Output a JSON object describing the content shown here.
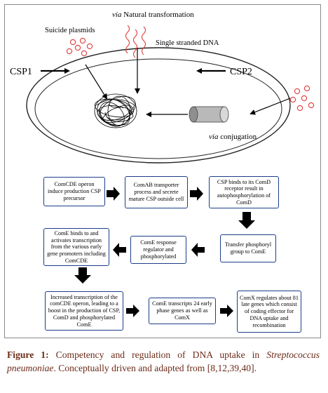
{
  "top": {
    "via_natural_prefix": "via",
    "natural_transformation": " Natural transformation",
    "suicide_plasmids": "Suicide plasmids",
    "single_stranded_dna": "Single stranded DNA",
    "csp1": "CSP1",
    "csp2": "CSP2",
    "via_conj_prefix": "via",
    "conjugation": " conjugation"
  },
  "boxes": [
    {
      "id": "b1",
      "text": "ComCDE operon induce production CSP precursor"
    },
    {
      "id": "b2",
      "text": "ComAB transporter process and secrete mature CSP outside cell"
    },
    {
      "id": "b3",
      "text": "CSP binds to its ComD receptor result in autophosphorylation of ComD"
    },
    {
      "id": "b4",
      "text": "Transfer phosphoryl group to ComE"
    },
    {
      "id": "b5",
      "text": "ComE response regulator and phosphorylated"
    },
    {
      "id": "b6",
      "text": "ComE binds to and activates transcription from the various early gene promoters including ComCDE"
    },
    {
      "id": "b7",
      "text": "Increased transcription of the comCDE operon, leading to a boost in the production of CSP, ComD and phosphorylated ComE"
    },
    {
      "id": "b8",
      "text": "ComE transcripts 24 early phase genes as well as ComX"
    },
    {
      "id": "b9",
      "text": "ComX regulates about 81 late genes which consist of coding effector for DNA uptake and recombination"
    }
  ],
  "caption": {
    "figure_label": "Figure 1:",
    "text1": " Competency and regulation of DNA uptake in ",
    "species": "Streptococcus pneumoniae",
    "text2": ". Conceptually driven and adapted from [8,12,39,40]."
  },
  "colors": {
    "plasmid": "#e03a3a",
    "box_border": "#1a3d8a",
    "caption": "#6b2b17"
  }
}
